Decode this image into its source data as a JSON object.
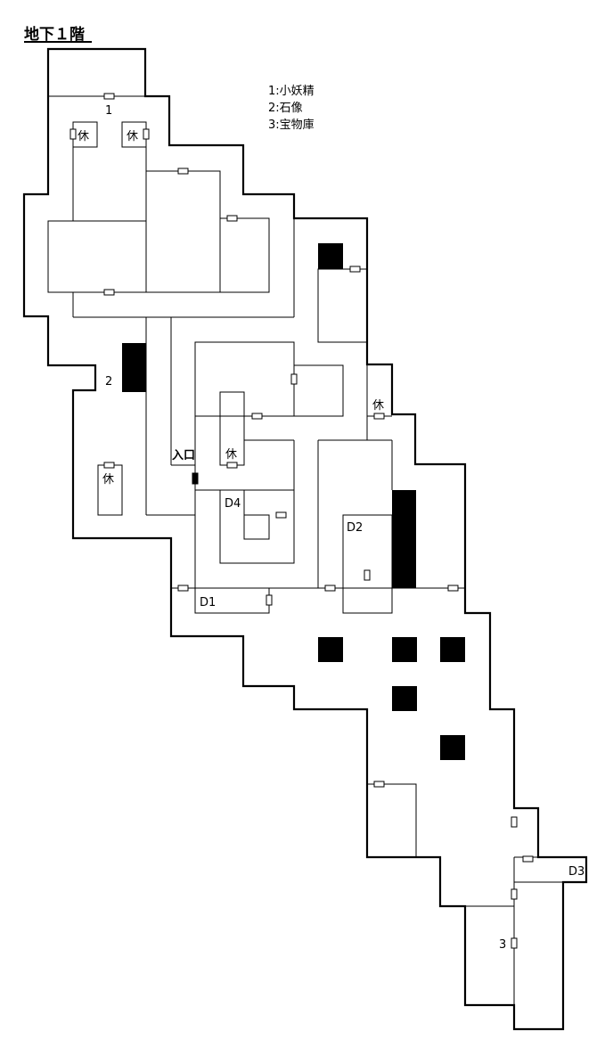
{
  "title": "地下１階",
  "legend": [
    "1:小妖精",
    "2:石像",
    "3:宝物庫"
  ],
  "markers": {
    "m1": "1",
    "m2": "2",
    "m3": "3"
  },
  "rest_label": "休",
  "entrance_label": "入口",
  "doors_labels": {
    "d1": "D1",
    "d2": "D2",
    "d3": "D3",
    "d4": "D4"
  },
  "colors": {
    "ink": "#000000",
    "background": "#ffffff"
  }
}
